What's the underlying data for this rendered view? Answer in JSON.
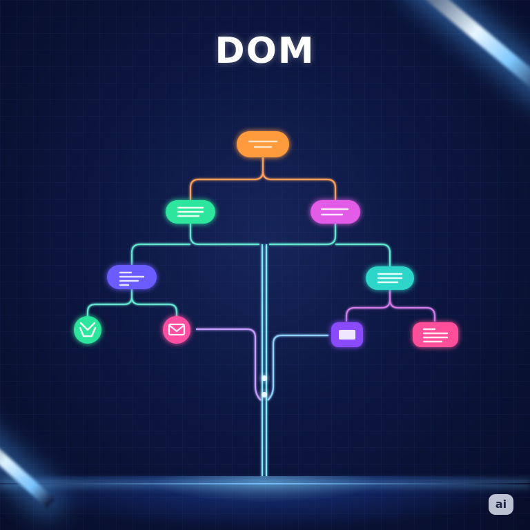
{
  "title": "DOM",
  "badge": "ai",
  "nodes": [
    {
      "id": "root",
      "shape": "pill",
      "color": "#ff9a3c",
      "icon": "text-lines-icon"
    },
    {
      "id": "child-left",
      "shape": "pill",
      "color": "#2ee59d",
      "icon": "text-lines-icon"
    },
    {
      "id": "child-right",
      "shape": "pill",
      "color": "#e25ce8",
      "icon": "text-lines-icon"
    },
    {
      "id": "grandchild-left",
      "shape": "pill",
      "color": "#6a5cff",
      "icon": "text-lines-icon"
    },
    {
      "id": "grandchild-right",
      "shape": "pill",
      "color": "#2fd6c9",
      "icon": "text-lines-icon"
    },
    {
      "id": "leaf-download",
      "shape": "circle",
      "color": "#2ee59d",
      "icon": "download-icon"
    },
    {
      "id": "leaf-mail",
      "shape": "circle",
      "color": "#ff4fa3",
      "icon": "envelope-icon"
    },
    {
      "id": "leaf-card",
      "shape": "square",
      "color": "#8a4cff",
      "icon": "card-icon"
    },
    {
      "id": "leaf-doc",
      "shape": "pill",
      "color": "#ff4f9a",
      "icon": "text-lines-icon"
    }
  ]
}
